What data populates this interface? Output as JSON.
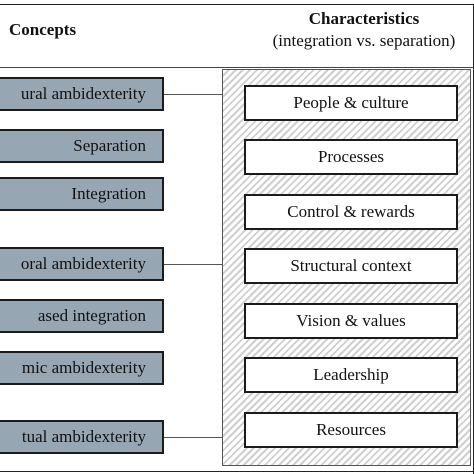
{
  "header": {
    "concepts_title": "Concepts",
    "characteristics_title": "Characteristics",
    "characteristics_subtitle": "(integration vs. separation)"
  },
  "concepts": [
    "ural ambidexterity",
    "Separation",
    "Integration",
    "oral ambidexterity",
    "ased integration",
    "mic ambidexterity",
    "tual ambidexterity"
  ],
  "characteristics": [
    "People & culture",
    "Processes",
    "Control & rewards",
    "Structural context",
    "Vision & values",
    "Leadership",
    "Resources"
  ],
  "colors": {
    "concept_fill": "#97a6b3",
    "border": "#1b1b1b",
    "hatch": "#cfcfcf"
  }
}
